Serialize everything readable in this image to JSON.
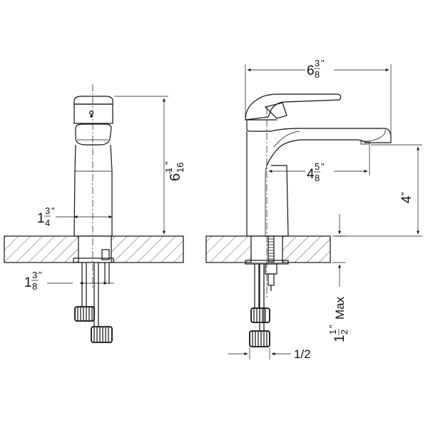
{
  "diagram": {
    "front_view": {
      "height_label": {
        "whole": "6",
        "num": "1",
        "den": "16",
        "unit": "\""
      },
      "width_label": {
        "whole": "1",
        "num": "3",
        "den": "4",
        "unit": "\""
      },
      "supply_spacing_label": {
        "whole": "1",
        "num": "3",
        "den": "8",
        "unit": "\""
      }
    },
    "side_view": {
      "overall_length_label": {
        "whole": "6",
        "num": "3",
        "den": "8",
        "unit": "\""
      },
      "reach_label": {
        "whole": "4",
        "num": "5",
        "den": "8",
        "unit": "\""
      },
      "spout_height_label": {
        "whole": "4",
        "unit": "\""
      },
      "deck_thickness_label": {
        "whole": "1",
        "num": "1",
        "den": "2",
        "unit": "\"",
        "suffix": "Max"
      },
      "connection_label": {
        "text": "1/2"
      }
    }
  }
}
